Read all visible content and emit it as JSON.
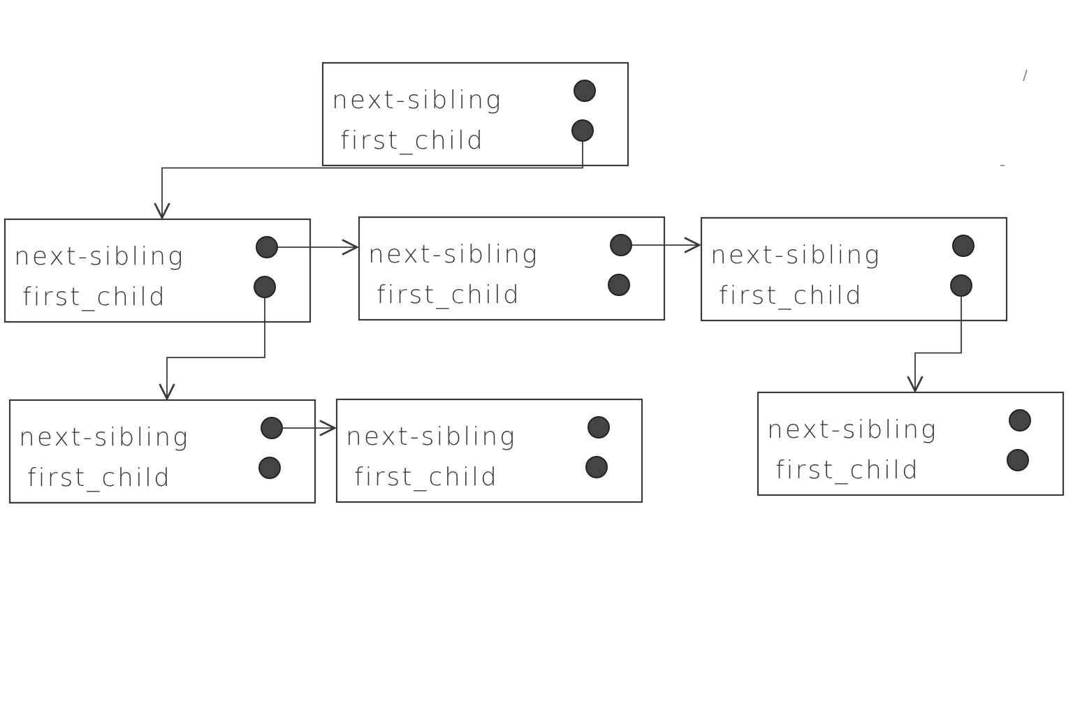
{
  "diagram": {
    "type": "left-child right-sibling tree",
    "nodes": [
      {
        "id": "root",
        "fields": [
          "next-sibling",
          "first_child"
        ]
      },
      {
        "id": "a",
        "fields": [
          "next-sibling",
          "first_child"
        ]
      },
      {
        "id": "b",
        "fields": [
          "next-sibling",
          "first_child"
        ]
      },
      {
        "id": "c",
        "fields": [
          "next-sibling",
          "first_child"
        ]
      },
      {
        "id": "d",
        "fields": [
          "next-sibling",
          "first_child"
        ]
      },
      {
        "id": "e",
        "fields": [
          "next-sibling",
          "first_child"
        ]
      },
      {
        "id": "f",
        "fields": [
          "next-sibling",
          "first_child"
        ]
      }
    ],
    "edges": [
      {
        "from": "root",
        "field": "first_child",
        "to": "a"
      },
      {
        "from": "a",
        "field": "next-sibling",
        "to": "b"
      },
      {
        "from": "b",
        "field": "next-sibling",
        "to": "c"
      },
      {
        "from": "a",
        "field": "first_child",
        "to": "d"
      },
      {
        "from": "d",
        "field": "next-sibling",
        "to": "e"
      },
      {
        "from": "c",
        "field": "first_child",
        "to": "f"
      }
    ],
    "colors": {
      "ink": "#3a3a3a",
      "background": "#ffffff"
    }
  }
}
